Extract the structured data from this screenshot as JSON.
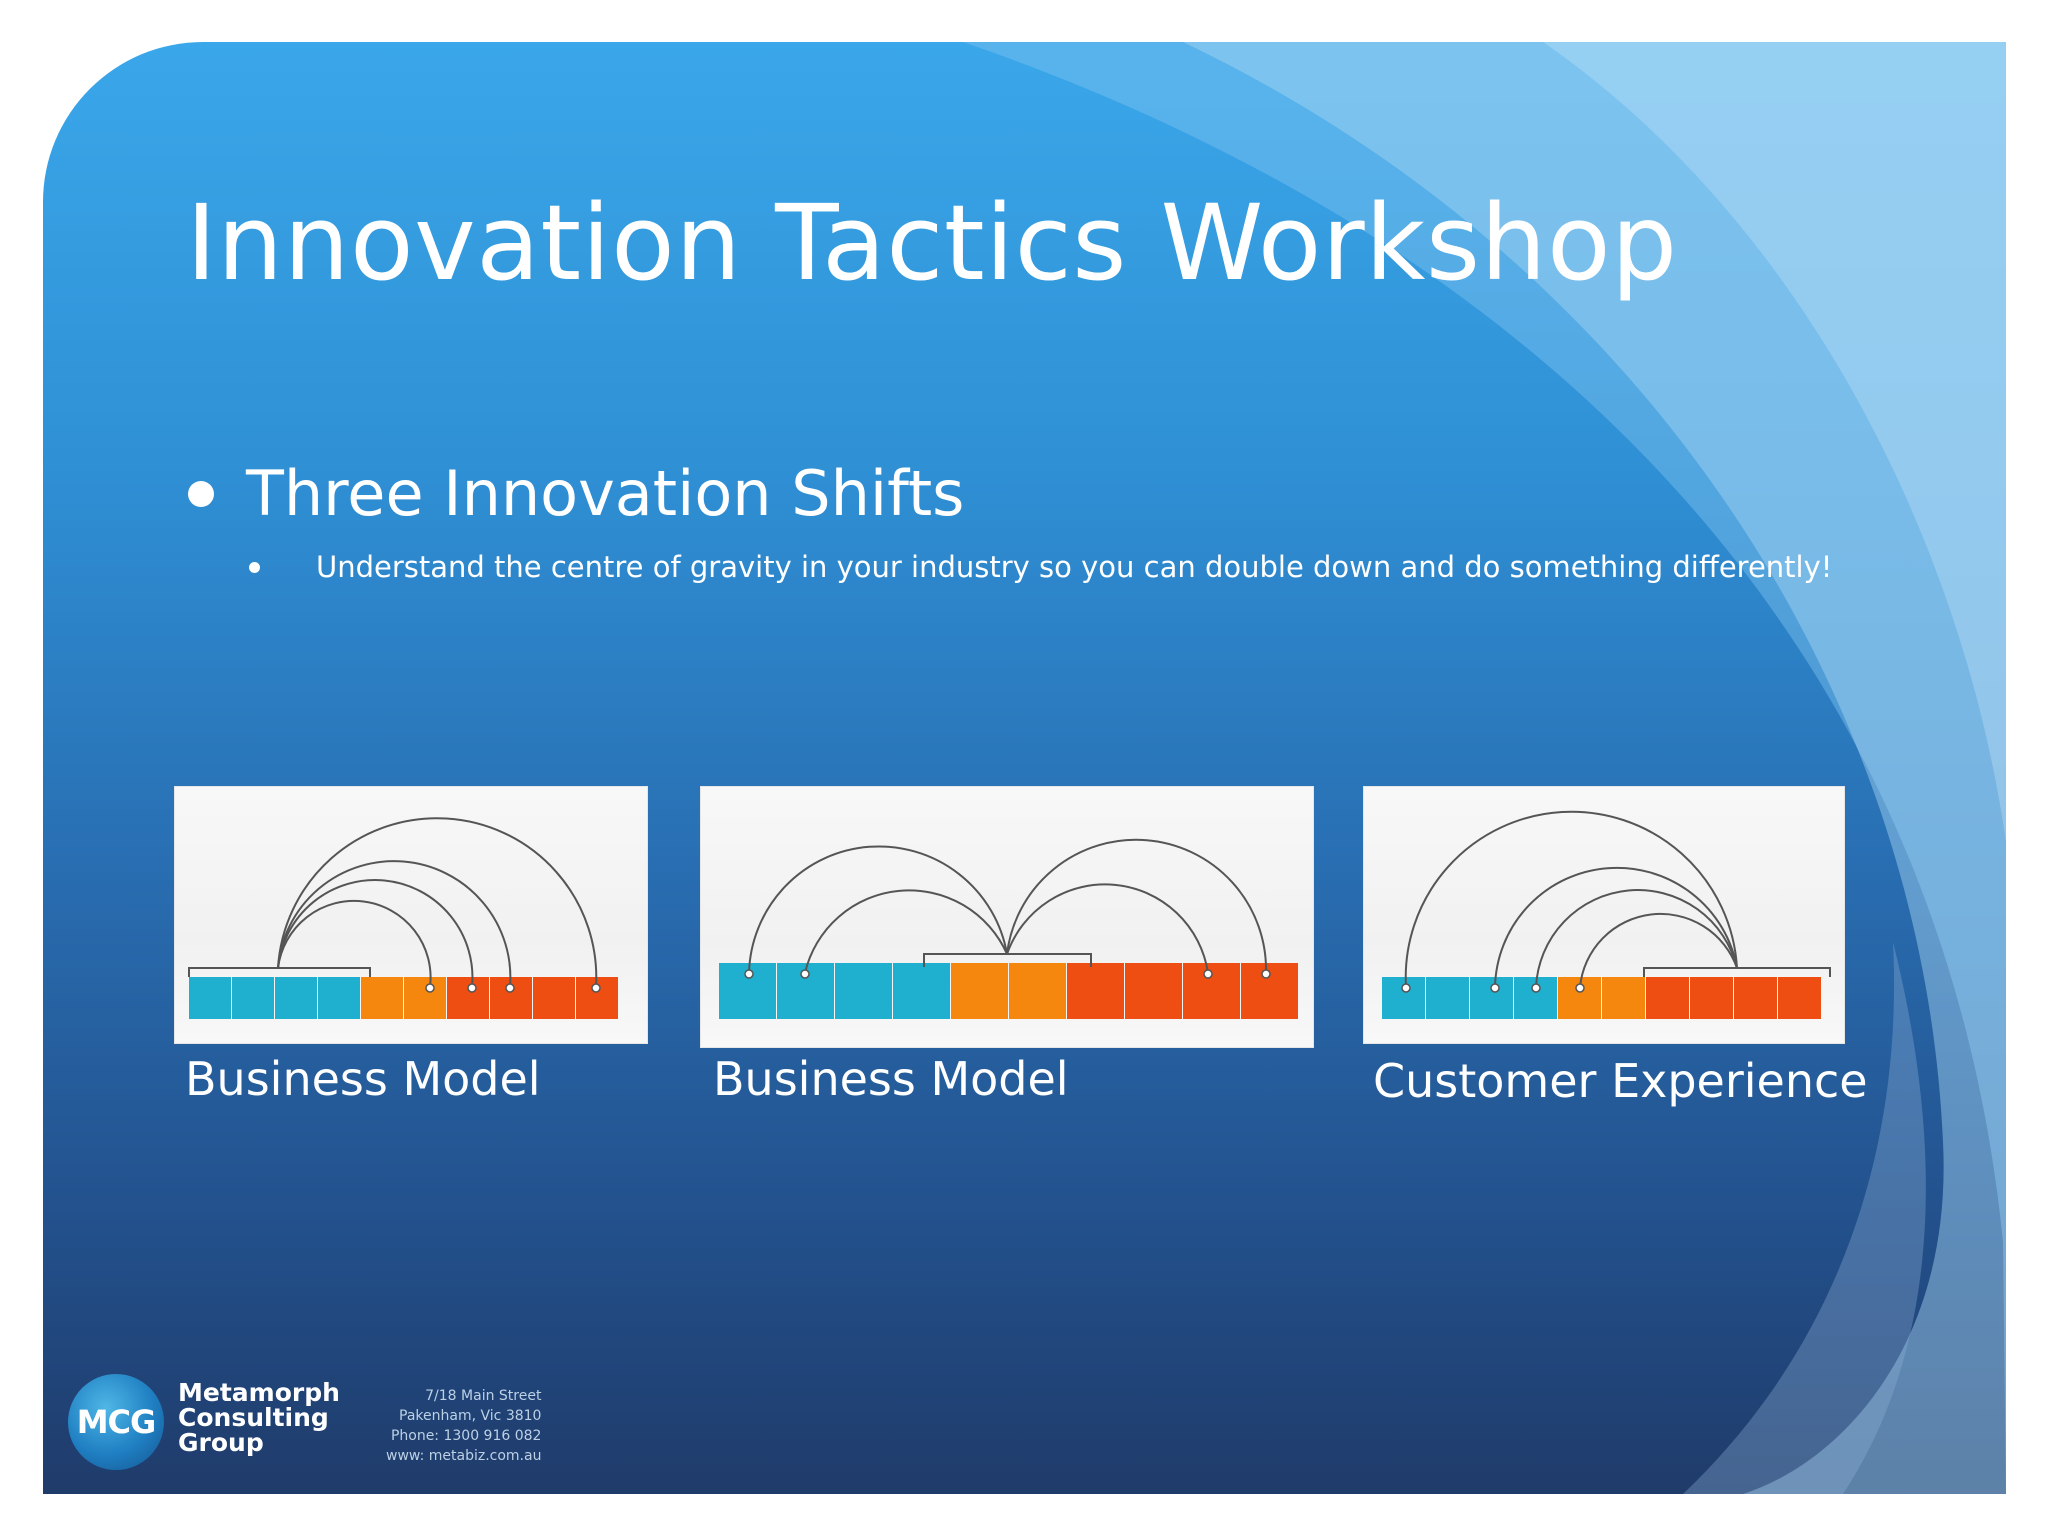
{
  "title": "Innovation Tactics Workshop",
  "bullets": [
    {
      "text": "Three Innovation Shifts",
      "sub": [
        "Understand the centre of gravity in your industry so you can double down and do something differently!"
      ]
    }
  ],
  "panels": [
    {
      "caption": "Business Model",
      "blocks": [
        "teal",
        "teal",
        "teal",
        "teal",
        "orange",
        "orange",
        "red",
        "red",
        "red",
        "red"
      ]
    },
    {
      "caption": "Business Model",
      "blocks": [
        "teal",
        "teal",
        "teal",
        "teal",
        "orange",
        "orange",
        "red",
        "red",
        "red",
        "red"
      ]
    },
    {
      "caption": "Customer Experience",
      "blocks": [
        "teal",
        "teal",
        "teal",
        "teal",
        "orange",
        "orange",
        "red",
        "red",
        "red",
        "red"
      ]
    }
  ],
  "logo": {
    "badge": "MCG",
    "name": [
      "Metamorph",
      "Consulting",
      "Group"
    ],
    "address": [
      "7/18 Main Street",
      "Pakenham, Vic 3810",
      "Phone: 1300 916 082",
      "www: metabiz.com.au"
    ]
  },
  "colors": {
    "teal": "#1fb0cf",
    "orange": "#f5870f",
    "red": "#ef4e12",
    "background_top": "#3aa7ea",
    "background_bottom": "#1f3b6a"
  }
}
